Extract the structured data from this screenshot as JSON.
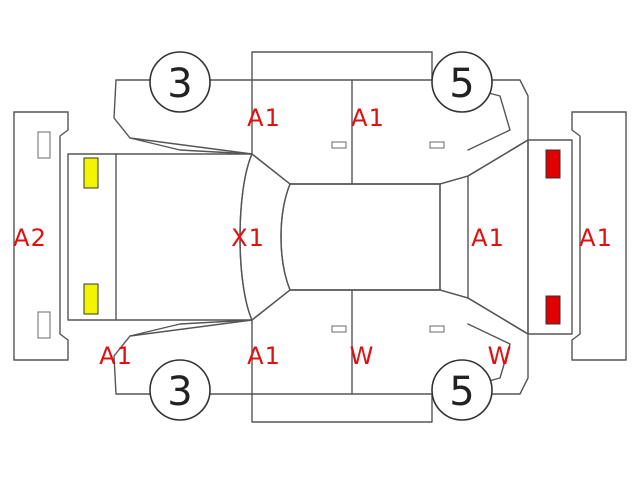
{
  "colors": {
    "outline": "#555555",
    "damage_text": "#e01010",
    "headlight": "#f4f400",
    "taillight": "#e00000"
  },
  "wheels": {
    "front_left": "3",
    "rear_left": "5",
    "front_right": "3",
    "rear_right": "5"
  },
  "codes": {
    "front_bumper": "A2",
    "front_left_door": "A1",
    "rear_left_door": "A1",
    "hood": "X1",
    "rear_window": "A1",
    "rear_bumper": "A1",
    "front_right_fender": "A1",
    "front_right_door": "A1",
    "rear_right_door": "W",
    "rear_right_fender": "W"
  },
  "icons": {
    "headlights": "headlight-icon",
    "taillights": "taillight-icon"
  }
}
